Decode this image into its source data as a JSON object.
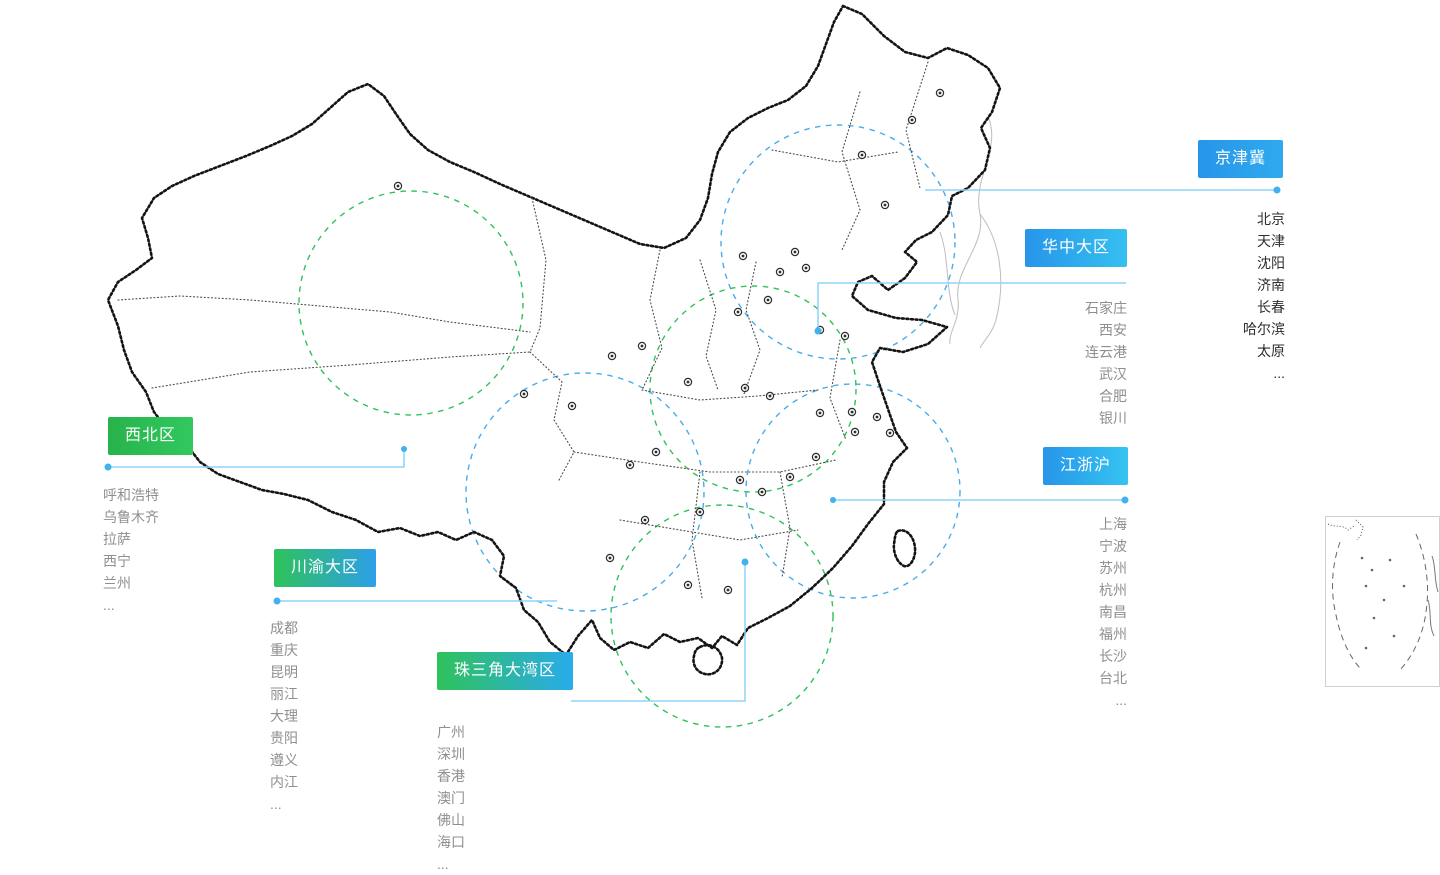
{
  "regions": {
    "jingjinji": {
      "label": "京津冀",
      "cities": [
        "北京",
        "天津",
        "沈阳",
        "济南",
        "长春",
        "哈尔滨",
        "太原",
        "..."
      ]
    },
    "huazhong": {
      "label": "华中大区",
      "cities": [
        "石家庄",
        "西安",
        "连云港",
        "武汉",
        "合肥",
        "银川"
      ]
    },
    "jiangzhehu": {
      "label": "江浙沪",
      "cities": [
        "上海",
        "宁波",
        "苏州",
        "杭州",
        "南昌",
        "福州",
        "长沙",
        "台北",
        "..."
      ]
    },
    "xibei": {
      "label": "西北区",
      "cities": [
        "呼和浩特",
        "乌鲁木齐",
        "拉萨",
        "西宁",
        "兰州",
        "..."
      ]
    },
    "chuanyu": {
      "label": "川渝大区",
      "cities": [
        "成都",
        "重庆",
        "昆明",
        "丽江",
        "大理",
        "贵阳",
        "遵义",
        "内江",
        "..."
      ]
    },
    "zhusanjiao": {
      "label": "珠三角大湾区",
      "cities": [
        "广州",
        "深圳",
        "香港",
        "澳门",
        "佛山",
        "海口",
        "..."
      ]
    }
  },
  "colors": {
    "label_blue_start": "#2795EA",
    "label_blue_end": "#35C0F0",
    "label_green_start": "#28B24C",
    "label_green_end": "#31C95F",
    "label_mix_start": "#2FC25B",
    "label_mix_end": "#2D9FE9",
    "connector_line": "#8FD3F6",
    "connector_dot": "#41B1F0",
    "region_circle_blue": "#49ACEA",
    "region_circle_green": "#2FC25B",
    "city_list_dark": "#2F2F2F",
    "city_list_grey": "#8F8F8F",
    "map_outline": "#141414"
  }
}
